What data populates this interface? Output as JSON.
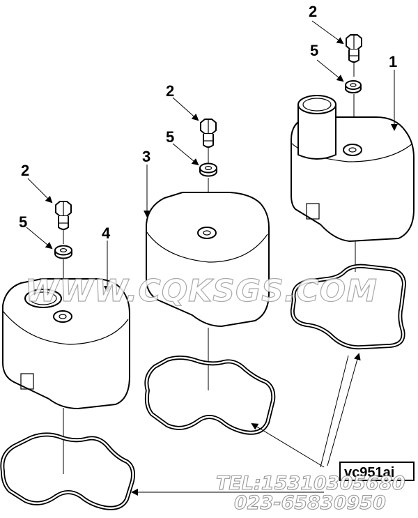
{
  "callouts": {
    "c1": "1",
    "c2a": "2",
    "c2b": "2",
    "c2c": "2",
    "c3": "3",
    "c4": "4",
    "c5a": "5",
    "c5b": "5",
    "c5c": "5"
  },
  "drawing_code": "vc951ai",
  "watermark": {
    "site": "WWW.CQKSGS.COM",
    "phone": "TEL:15310305680",
    "phone2": "023-65830950"
  }
}
